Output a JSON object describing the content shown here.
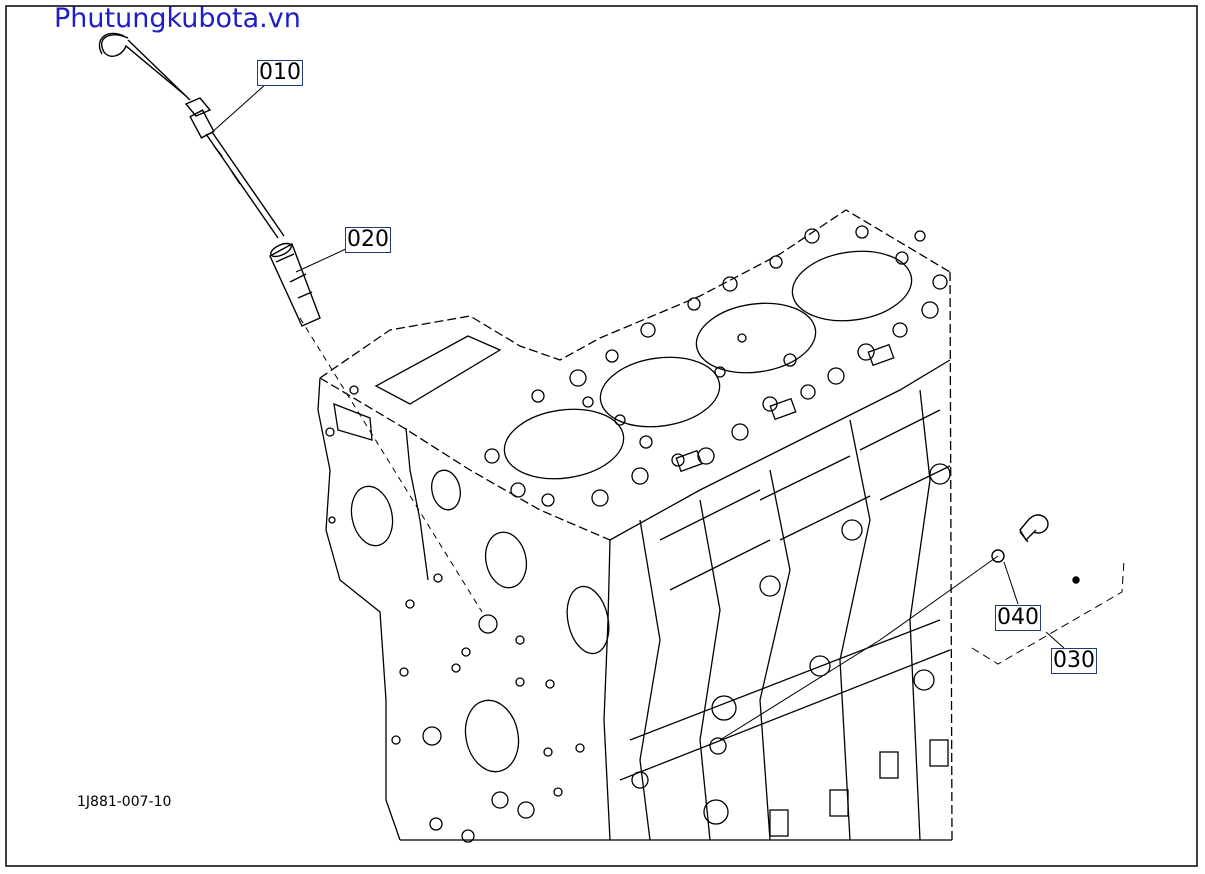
{
  "watermark": "Phutungkubota.vn",
  "drawing_code": "1J881-007-10",
  "parts": [
    {
      "number": "010",
      "name": "dipstick"
    },
    {
      "number": "020",
      "name": "dipstick-guide"
    },
    {
      "number": "030",
      "name": "drain-plug-assembly"
    },
    {
      "number": "040",
      "name": "o-ring"
    }
  ],
  "colors": {
    "line": "#000000",
    "watermark": "#1e1ec8",
    "callout_border": "#1e3c78"
  }
}
